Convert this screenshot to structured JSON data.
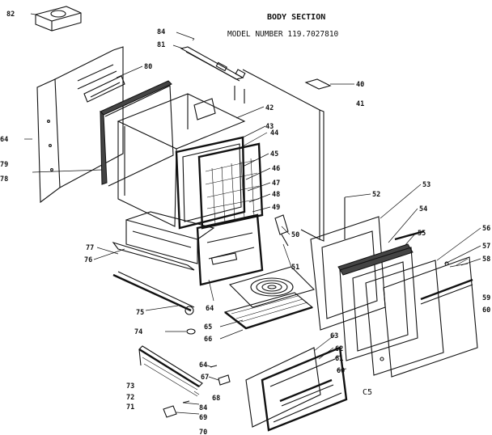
{
  "header": {
    "title": "BODY SECTION",
    "model_line": "MODEL NUMBER 119.7027810"
  },
  "code": "C5",
  "callouts": [
    {
      "id": "c82",
      "text": "82"
    },
    {
      "id": "c84a",
      "text": "84"
    },
    {
      "id": "c81",
      "text": "81"
    },
    {
      "id": "c80",
      "text": "80"
    },
    {
      "id": "c40",
      "text": "40"
    },
    {
      "id": "c41",
      "text": "41"
    },
    {
      "id": "c42",
      "text": "42"
    },
    {
      "id": "c43",
      "text": "43"
    },
    {
      "id": "c44",
      "text": "44"
    },
    {
      "id": "c45",
      "text": "45"
    },
    {
      "id": "c46",
      "text": "46"
    },
    {
      "id": "c47",
      "text": "47"
    },
    {
      "id": "c48",
      "text": "48"
    },
    {
      "id": "c49",
      "text": "49"
    },
    {
      "id": "c50",
      "text": "50"
    },
    {
      "id": "c51",
      "text": "51"
    },
    {
      "id": "c52",
      "text": "52"
    },
    {
      "id": "c53",
      "text": "53"
    },
    {
      "id": "c54",
      "text": "54"
    },
    {
      "id": "c55",
      "text": "55"
    },
    {
      "id": "c56",
      "text": "56"
    },
    {
      "id": "c57",
      "text": "57"
    },
    {
      "id": "c58",
      "text": "58"
    },
    {
      "id": "c59",
      "text": "59"
    },
    {
      "id": "c60a",
      "text": "60"
    },
    {
      "id": "c64a",
      "text": "64"
    },
    {
      "id": "c79",
      "text": "79"
    },
    {
      "id": "c78",
      "text": "78"
    },
    {
      "id": "c77",
      "text": "77"
    },
    {
      "id": "c76",
      "text": "76"
    },
    {
      "id": "c75",
      "text": "75"
    },
    {
      "id": "c74",
      "text": "74"
    },
    {
      "id": "c64b",
      "text": "64"
    },
    {
      "id": "c65",
      "text": "65"
    },
    {
      "id": "c66",
      "text": "66"
    },
    {
      "id": "c63",
      "text": "63"
    },
    {
      "id": "c62",
      "text": "62"
    },
    {
      "id": "c61",
      "text": "61"
    },
    {
      "id": "c60b",
      "text": "60"
    },
    {
      "id": "c64c",
      "text": "64"
    },
    {
      "id": "c67",
      "text": "67"
    },
    {
      "id": "c68",
      "text": "68"
    },
    {
      "id": "c73",
      "text": "73"
    },
    {
      "id": "c72",
      "text": "72"
    },
    {
      "id": "c71",
      "text": "71"
    },
    {
      "id": "c84b",
      "text": "84"
    },
    {
      "id": "c69",
      "text": "69"
    },
    {
      "id": "c70",
      "text": "70"
    }
  ]
}
